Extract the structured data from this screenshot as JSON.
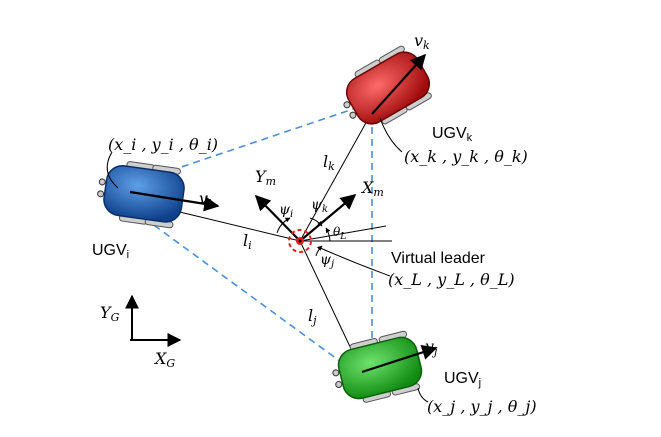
{
  "robots": {
    "i": {
      "name": "UGV",
      "sub": "i",
      "velocity": "v",
      "vel_sub": "i",
      "pose": "(x_i , y_i , θ_i)",
      "color": "#1f63b8"
    },
    "j": {
      "name": "UGV",
      "sub": "j",
      "velocity": "v",
      "vel_sub": "j",
      "pose": "(x_j , y_j , θ_j)",
      "color": "#1fb21f"
    },
    "k": {
      "name": "UGV",
      "sub": "k",
      "velocity": "v",
      "vel_sub": "k",
      "pose": "(x_k , y_k , θ_k)",
      "color": "#dd1a1a"
    }
  },
  "leader": {
    "label": "Virtual leader",
    "pose": "(x_L , y_L , θ_L)",
    "axis_x": "X",
    "axis_x_sub": "m",
    "axis_y": "Y",
    "axis_y_sub": "m",
    "theta": "θ",
    "theta_sub": "L"
  },
  "distances": {
    "li": {
      "sym": "l",
      "sub": "i"
    },
    "lj": {
      "sym": "l",
      "sub": "j"
    },
    "lk": {
      "sym": "l",
      "sub": "k"
    }
  },
  "angles": {
    "psi_i": {
      "sym": "ψ",
      "sub": "i"
    },
    "psi_j": {
      "sym": "ψ",
      "sub": "j"
    },
    "psi_k": {
      "sym": "ψ",
      "sub": "k"
    }
  },
  "global_frame": {
    "x": "X",
    "x_sub": "G",
    "y": "Y",
    "y_sub": "G"
  },
  "colors": {
    "formation_line": "#4a90d9",
    "leader_marker": "#e02020"
  }
}
